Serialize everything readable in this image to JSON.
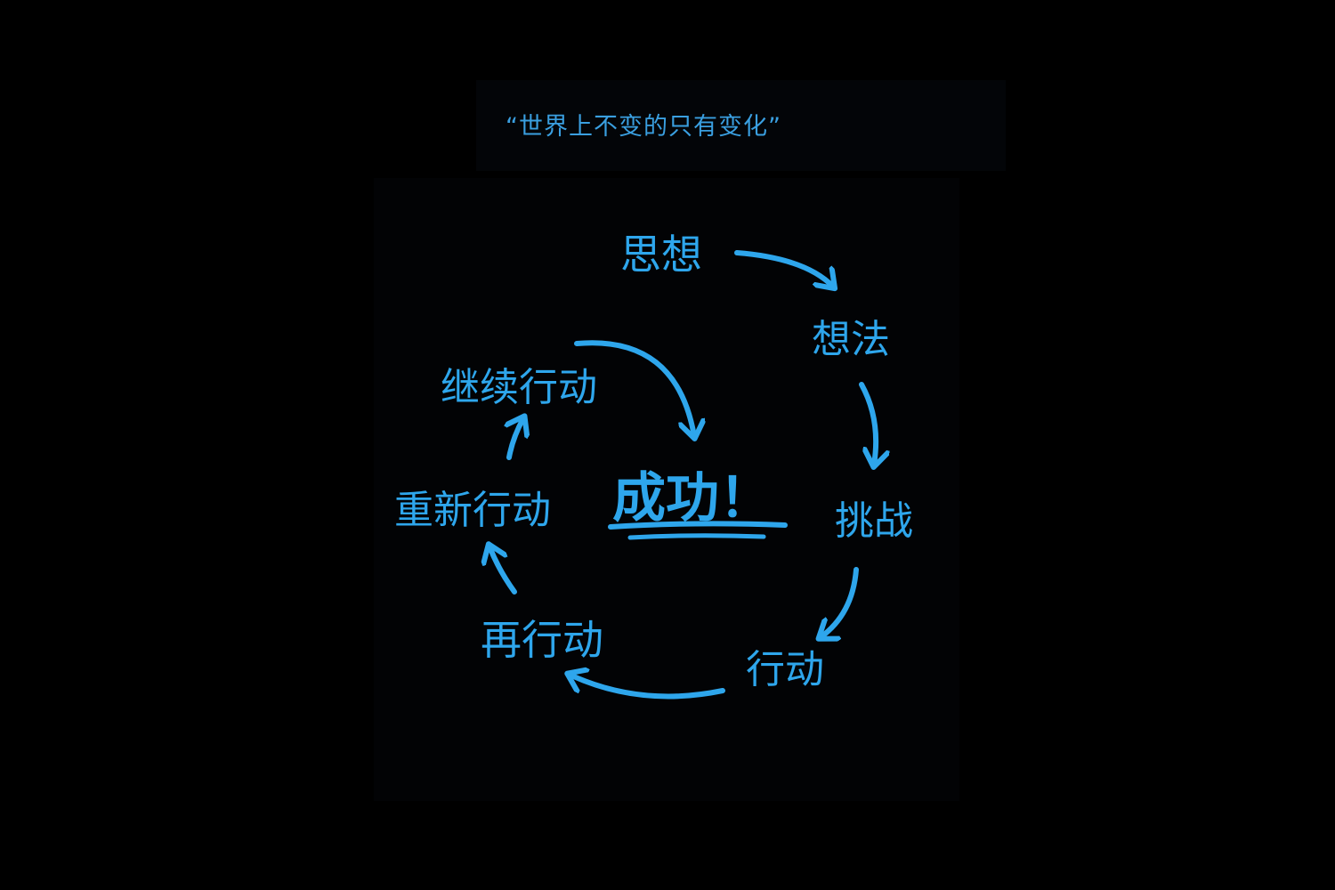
{
  "quote": "“世界上不变的只有变化”",
  "nodes": {
    "thought": "思想",
    "idea": "想法",
    "challenge": "挑战",
    "action": "行动",
    "act_again": "再行动",
    "act_anew": "重新行动",
    "continue_action": "继续行动",
    "success": "成功！"
  },
  "colors": {
    "background": "#000000",
    "ink": "#2ea6ec"
  }
}
